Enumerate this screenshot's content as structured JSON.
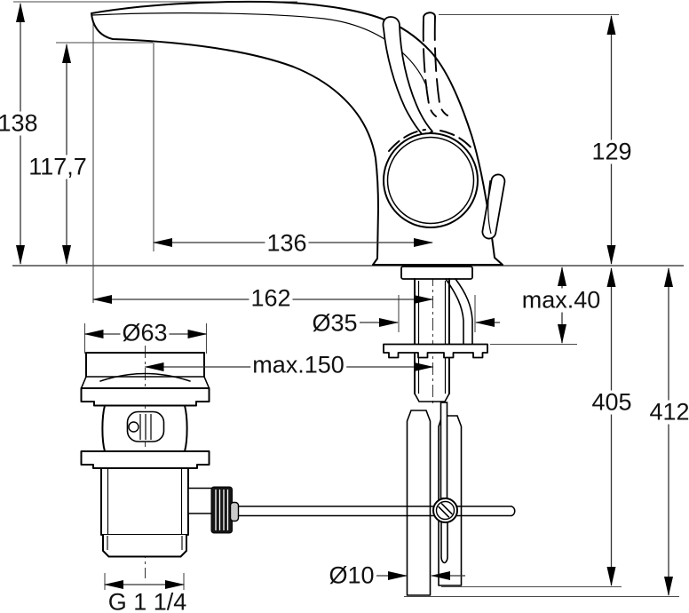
{
  "drawing": {
    "title": "basin mixer installation dimension drawing",
    "type": "technical-dimension-drawing",
    "units": "mm",
    "labels": {
      "spout_height": "138",
      "outlet_height": "117,7",
      "spout_reach": "136",
      "overall_reach": "162",
      "handle_height": "129",
      "deck_thickness": "max.40",
      "waste_flange_diameter": "Ø63",
      "base_diameter": "Ø35",
      "waste_offset": "max.150",
      "supply_length": "405",
      "rod_length": "412",
      "pipe_diameter": "Ø10",
      "waste_thread": "G 1 1/4"
    }
  }
}
